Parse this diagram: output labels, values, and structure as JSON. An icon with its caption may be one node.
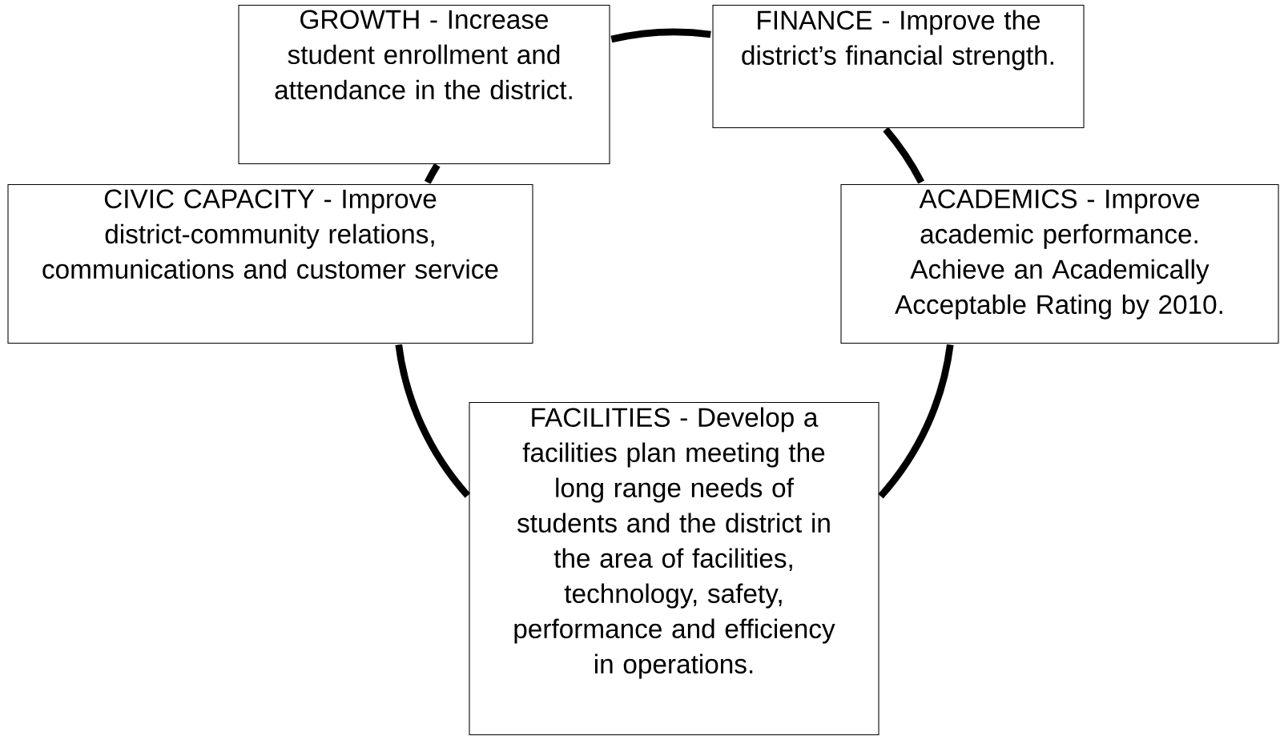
{
  "diagram": {
    "nodes": [
      {
        "text": [
          "GROWTH - Increase student enrollment and attendance in the district."
        ]
      },
      {
        "text": [
          "FINANCE - Improve the district’s financial strength."
        ]
      },
      {
        "text": [
          "CIVIC CAPACITY - Improve district-community relations, communications and customer service"
        ]
      },
      {
        "text": [
          "ACADEMICS - Improve academic performance. Achieve an Academically Acceptable Rating by 2010."
        ]
      },
      {
        "text": [
          "FACILITIES - Develop a facilities plan meeting the long range needs of students and the district in the area of facilities, technology, safety, performance and efficiency in operations."
        ]
      }
    ],
    "edges": [
      {
        "from": 0,
        "to": 1,
        "arrow": "none"
      },
      {
        "from": 1,
        "to": 3,
        "arrow": "none"
      },
      {
        "from": 3,
        "to": 4,
        "arrow": "none"
      },
      {
        "from": 4,
        "to": 2,
        "arrow": "none"
      },
      {
        "from": 2,
        "to": 0,
        "arrow": "none"
      }
    ]
  }
}
